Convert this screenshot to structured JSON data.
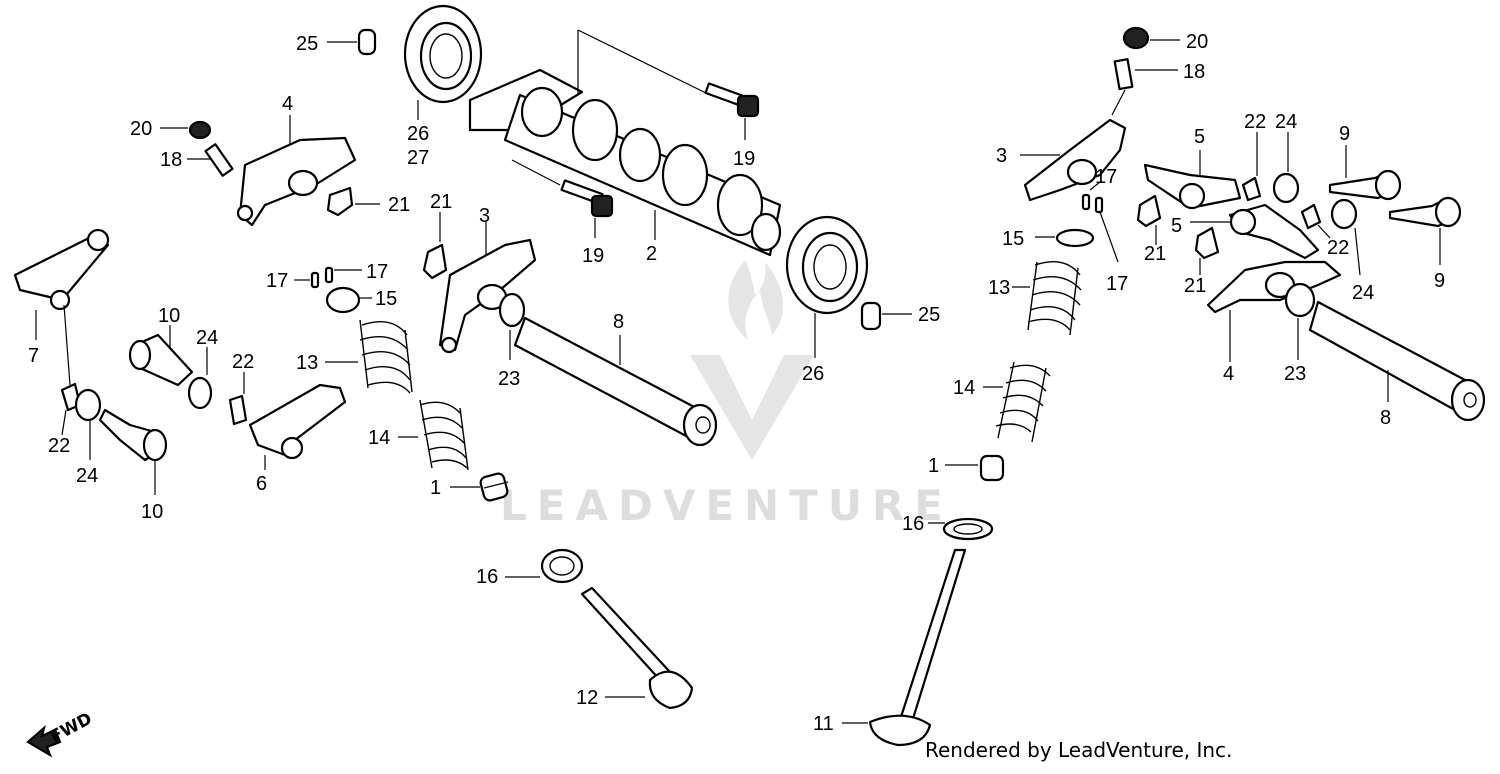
{
  "watermark": {
    "brand": "LEADVENTURE"
  },
  "credit": "Rendered by LeadVenture, Inc.",
  "direction": {
    "label": "FWD"
  },
  "callouts": [
    {
      "id": "c25a",
      "text": "25"
    },
    {
      "id": "c26a",
      "text": "26"
    },
    {
      "id": "c27",
      "text": "27"
    },
    {
      "id": "c19a",
      "text": "19"
    },
    {
      "id": "c19b",
      "text": "19"
    },
    {
      "id": "c2",
      "text": "2"
    },
    {
      "id": "c4a",
      "text": "4"
    },
    {
      "id": "c20a",
      "text": "20"
    },
    {
      "id": "c18a",
      "text": "18"
    },
    {
      "id": "c21a",
      "text": "21"
    },
    {
      "id": "c21b",
      "text": "21"
    },
    {
      "id": "c3a",
      "text": "3"
    },
    {
      "id": "c17a",
      "text": "17"
    },
    {
      "id": "c17b",
      "text": "17"
    },
    {
      "id": "c15a",
      "text": "15"
    },
    {
      "id": "c7",
      "text": "7"
    },
    {
      "id": "c10a",
      "text": "10"
    },
    {
      "id": "c24a",
      "text": "24"
    },
    {
      "id": "c22a",
      "text": "22"
    },
    {
      "id": "c13a",
      "text": "13"
    },
    {
      "id": "c23a",
      "text": "23"
    },
    {
      "id": "c8a",
      "text": "8"
    },
    {
      "id": "c26b",
      "text": "26"
    },
    {
      "id": "c25b",
      "text": "25"
    },
    {
      "id": "c14a",
      "text": "14"
    },
    {
      "id": "c22b",
      "text": "22"
    },
    {
      "id": "c24b",
      "text": "24"
    },
    {
      "id": "c6",
      "text": "6"
    },
    {
      "id": "c10b",
      "text": "10"
    },
    {
      "id": "c1a",
      "text": "1"
    },
    {
      "id": "c16a",
      "text": "16"
    },
    {
      "id": "c12",
      "text": "12"
    },
    {
      "id": "c20b",
      "text": "20"
    },
    {
      "id": "c18b",
      "text": "18"
    },
    {
      "id": "c3b",
      "text": "3"
    },
    {
      "id": "c5a",
      "text": "5"
    },
    {
      "id": "c22c",
      "text": "22"
    },
    {
      "id": "c24c",
      "text": "24"
    },
    {
      "id": "c9a",
      "text": "9"
    },
    {
      "id": "c17c",
      "text": "17"
    },
    {
      "id": "c15b",
      "text": "15"
    },
    {
      "id": "c5b",
      "text": "5"
    },
    {
      "id": "c21c",
      "text": "21"
    },
    {
      "id": "c17d",
      "text": "17"
    },
    {
      "id": "c22d",
      "text": "22"
    },
    {
      "id": "c9b",
      "text": "9"
    },
    {
      "id": "c24d",
      "text": "24"
    },
    {
      "id": "c21d",
      "text": "21"
    },
    {
      "id": "c13b",
      "text": "13"
    },
    {
      "id": "c4b",
      "text": "4"
    },
    {
      "id": "c23b",
      "text": "23"
    },
    {
      "id": "c14b",
      "text": "14"
    },
    {
      "id": "c8b",
      "text": "8"
    },
    {
      "id": "c1b",
      "text": "1"
    },
    {
      "id": "c16b",
      "text": "16"
    },
    {
      "id": "c11",
      "text": "11"
    }
  ]
}
